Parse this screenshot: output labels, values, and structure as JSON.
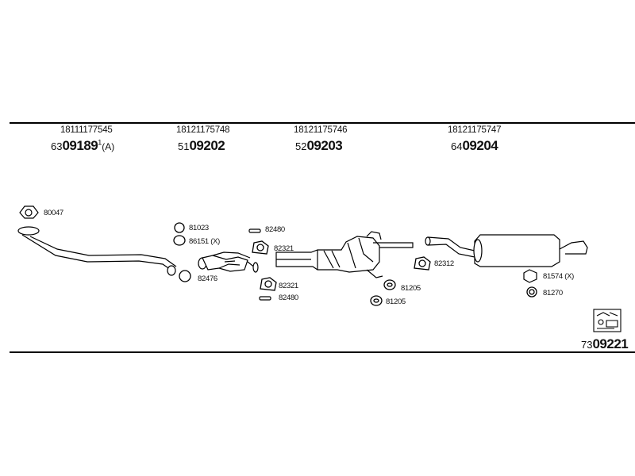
{
  "sections": [
    {
      "oe": "18111177545",
      "ref_prefix": "63",
      "ref_main": "09189",
      "ref_sup": "1",
      "ref_suffix": "(A)"
    },
    {
      "oe": "18121175748",
      "ref_prefix": "51",
      "ref_main": "09202"
    },
    {
      "oe": "18121175746",
      "ref_prefix": "52",
      "ref_main": "09203"
    },
    {
      "oe": "18121175747",
      "ref_prefix": "64",
      "ref_main": "09204"
    }
  ],
  "parts": [
    {
      "label": "80047"
    },
    {
      "label": "81023"
    },
    {
      "label": "86151 (X)"
    },
    {
      "label": "82476"
    },
    {
      "label": "82480"
    },
    {
      "label": "82321"
    },
    {
      "label": "82321"
    },
    {
      "label": "82480"
    },
    {
      "label": "81205"
    },
    {
      "label": "81205"
    },
    {
      "label": "82312"
    },
    {
      "label": "81574 (X)"
    },
    {
      "label": "81270"
    }
  ],
  "footer": {
    "ref_prefix": "73",
    "ref_main": "09221"
  },
  "icons": [
    "exhaust-kit-icon"
  ]
}
